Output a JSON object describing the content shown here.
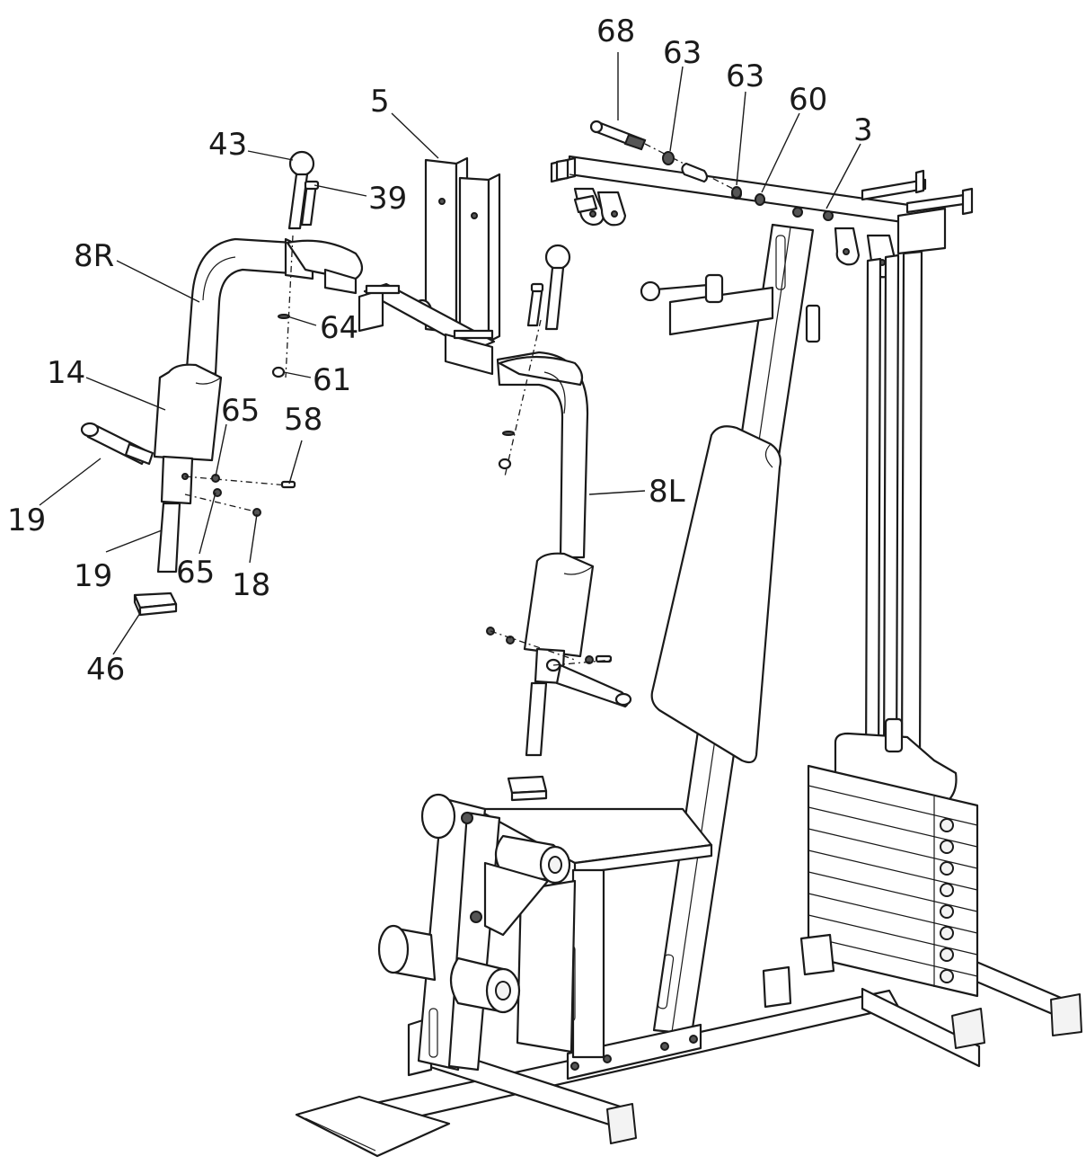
{
  "diagram": {
    "callouts": [
      "68",
      "63",
      "63",
      "60",
      "3",
      "5",
      "43",
      "39",
      "8R",
      "64",
      "61",
      "14",
      "65",
      "58",
      "19",
      "19",
      "65",
      "18",
      "46",
      "8L"
    ]
  }
}
